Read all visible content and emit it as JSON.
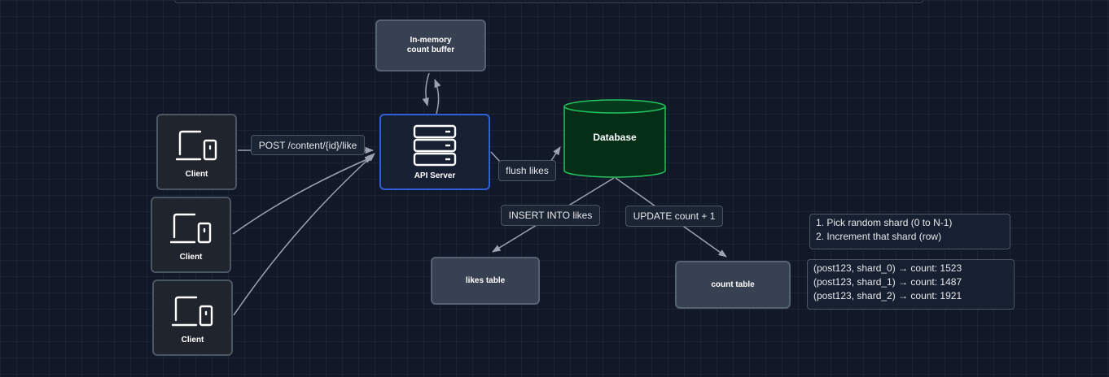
{
  "nodes": {
    "client_label": "Client",
    "api_server": "API Server",
    "buffer_line1": "In-memory",
    "buffer_line2": "count buffer",
    "database": "Database",
    "likes_table": "likes table",
    "count_table": "count table"
  },
  "edges": {
    "post_like": "POST /content/{id}/like",
    "flush": "flush likes",
    "insert": "INSERT INTO likes",
    "update": "UPDATE count + 1"
  },
  "notes": {
    "steps": [
      "1. Pick random shard (0 to N-1)",
      "2. Increment that shard (row)"
    ],
    "shards": [
      "(post123, shard_0) → count: 1523",
      "(post123, shard_1) → count: 1487",
      "(post123, shard_2) → count: 1921"
    ]
  },
  "colors": {
    "background": "#111827",
    "server_border": "#2f5fd6",
    "database_border": "#22c55e",
    "database_fill": "#052e16",
    "edge": "#9ca3af"
  },
  "icons": [
    "device-icon",
    "server-rack-icon"
  ]
}
